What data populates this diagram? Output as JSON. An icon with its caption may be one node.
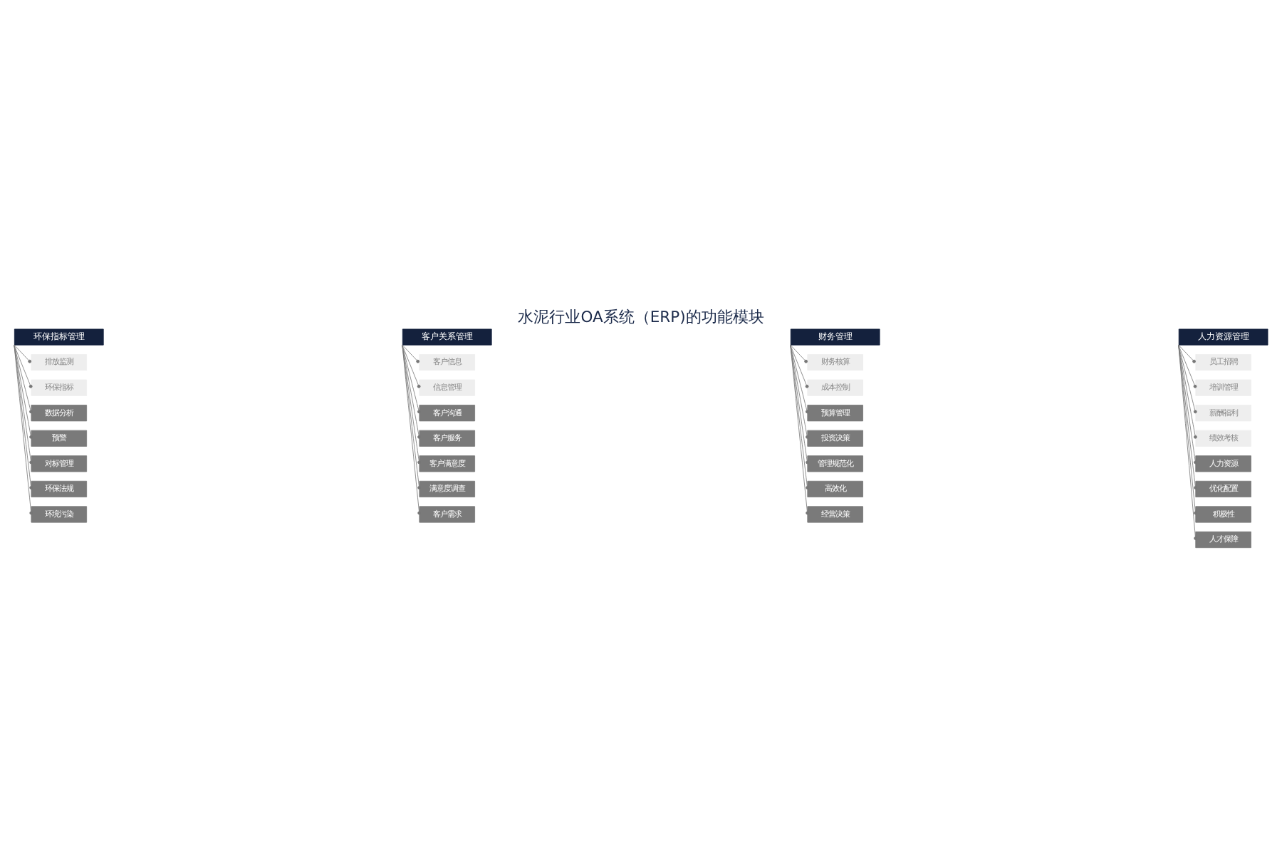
{
  "diagram": {
    "title": "水泥行业OA系统（ERP)的功能模块",
    "nodes": [
      {
        "text": [
          "环保指标管理"
        ]
      },
      {
        "text": [
          "排放监测"
        ]
      },
      {
        "text": [
          "环保指标"
        ]
      },
      {
        "text": [
          "数据分析"
        ]
      },
      {
        "text": [
          "预警"
        ]
      },
      {
        "text": [
          "对标管理"
        ]
      },
      {
        "text": [
          "环保法规"
        ]
      },
      {
        "text": [
          "环境污染"
        ]
      },
      {
        "text": [
          "客户关系管理"
        ]
      },
      {
        "text": [
          "客户信息"
        ]
      },
      {
        "text": [
          "信息管理"
        ]
      },
      {
        "text": [
          "客户沟通"
        ]
      },
      {
        "text": [
          "客户服务"
        ]
      },
      {
        "text": [
          "客户满意度"
        ]
      },
      {
        "text": [
          "满意度调查"
        ]
      },
      {
        "text": [
          "客户需求"
        ]
      },
      {
        "text": [
          "财务管理"
        ]
      },
      {
        "text": [
          "财务核算"
        ]
      },
      {
        "text": [
          "成本控制"
        ]
      },
      {
        "text": [
          "预算管理"
        ]
      },
      {
        "text": [
          "投资决策"
        ]
      },
      {
        "text": [
          "管理规范化"
        ]
      },
      {
        "text": [
          "高效化"
        ]
      },
      {
        "text": [
          "经营决策"
        ]
      },
      {
        "text": [
          "人力资源管理"
        ]
      },
      {
        "text": [
          "员工招聘"
        ]
      },
      {
        "text": [
          "培训管理"
        ]
      },
      {
        "text": [
          "薪酬福利"
        ]
      },
      {
        "text": [
          "绩效考核"
        ]
      },
      {
        "text": [
          "人力资源"
        ]
      },
      {
        "text": [
          "优化配置"
        ]
      },
      {
        "text": [
          "积极性"
        ]
      },
      {
        "text": [
          "人才保障"
        ]
      }
    ],
    "edges": [
      {
        "from": 0,
        "to": 1,
        "arrow": "other"
      },
      {
        "from": 0,
        "to": 2,
        "arrow": "other"
      },
      {
        "from": 0,
        "to": 3,
        "arrow": "other"
      },
      {
        "from": 0,
        "to": 4,
        "arrow": "other"
      },
      {
        "from": 0,
        "to": 5,
        "arrow": "other"
      },
      {
        "from": 0,
        "to": 6,
        "arrow": "other"
      },
      {
        "from": 0,
        "to": 7,
        "arrow": "other"
      },
      {
        "from": 8,
        "to": 9,
        "arrow": "other"
      },
      {
        "from": 8,
        "to": 10,
        "arrow": "other"
      },
      {
        "from": 8,
        "to": 11,
        "arrow": "other"
      },
      {
        "from": 8,
        "to": 12,
        "arrow": "other"
      },
      {
        "from": 8,
        "to": 13,
        "arrow": "other"
      },
      {
        "from": 8,
        "to": 14,
        "arrow": "other"
      },
      {
        "from": 8,
        "to": 15,
        "arrow": "other"
      },
      {
        "from": 16,
        "to": 17,
        "arrow": "other"
      },
      {
        "from": 16,
        "to": 18,
        "arrow": "other"
      },
      {
        "from": 16,
        "to": 19,
        "arrow": "other"
      },
      {
        "from": 16,
        "to": 20,
        "arrow": "other"
      },
      {
        "from": 16,
        "to": 21,
        "arrow": "other"
      },
      {
        "from": 16,
        "to": 22,
        "arrow": "other"
      },
      {
        "from": 16,
        "to": 23,
        "arrow": "other"
      },
      {
        "from": 24,
        "to": 25,
        "arrow": "other"
      },
      {
        "from": 24,
        "to": 26,
        "arrow": "other"
      },
      {
        "from": 24,
        "to": 27,
        "arrow": "other"
      },
      {
        "from": 24,
        "to": 28,
        "arrow": "other"
      },
      {
        "from": 24,
        "to": 29,
        "arrow": "other"
      },
      {
        "from": 24,
        "to": 30,
        "arrow": "other"
      },
      {
        "from": 24,
        "to": 31,
        "arrow": "other"
      },
      {
        "from": 24,
        "to": 32,
        "arrow": "other"
      }
    ]
  }
}
